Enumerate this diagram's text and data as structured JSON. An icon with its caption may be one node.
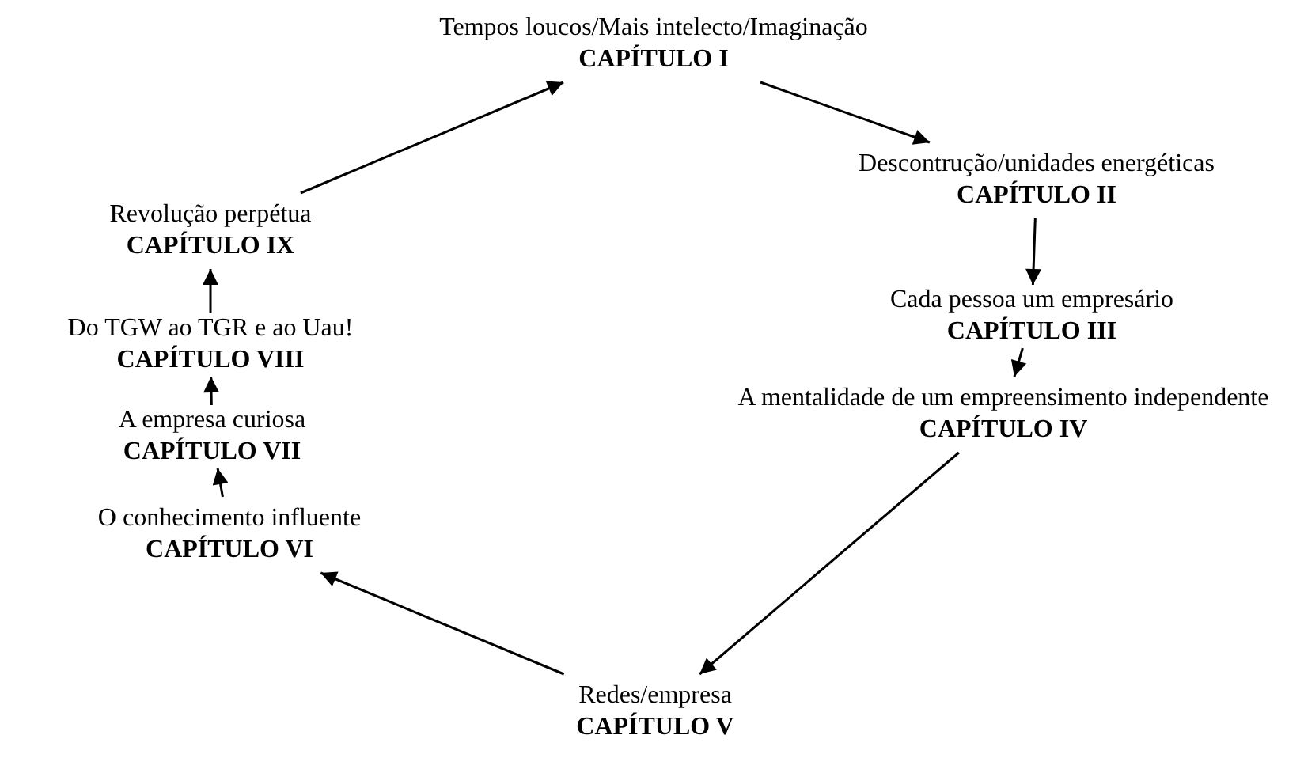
{
  "diagram": {
    "nodes": [
      {
        "text": [
          "Tempos loucos/Mais intelecto/Imaginação",
          "CAPÍTULO I"
        ]
      },
      {
        "text": [
          "Descontrução/unidades energéticas",
          "CAPÍTULO II"
        ]
      },
      {
        "text": [
          "Cada pessoa um empresário",
          "CAPÍTULO III"
        ]
      },
      {
        "text": [
          "A mentalidade de um empreensimento independente",
          "CAPÍTULO IV"
        ]
      },
      {
        "text": [
          "Redes/empresa",
          "CAPÍTULO V"
        ]
      },
      {
        "text": [
          "O conhecimento influente",
          "CAPÍTULO VI"
        ]
      },
      {
        "text": [
          "A empresa curiosa",
          "CAPÍTULO VII"
        ]
      },
      {
        "text": [
          "Do TGW ao TGR e ao Uau!",
          "CAPÍTULO VIII"
        ]
      },
      {
        "text": [
          "Revolução perpétua",
          "CAPÍTULO IX"
        ]
      }
    ],
    "edges": [
      {
        "from": 0,
        "to": 1,
        "arrow": "to"
      },
      {
        "from": 1,
        "to": 2,
        "arrow": "to"
      },
      {
        "from": 2,
        "to": 3,
        "arrow": "to"
      },
      {
        "from": 3,
        "to": 4,
        "arrow": "to"
      },
      {
        "from": 4,
        "to": 5,
        "arrow": "to"
      },
      {
        "from": 5,
        "to": 6,
        "arrow": "to"
      },
      {
        "from": 6,
        "to": 7,
        "arrow": "to"
      },
      {
        "from": 7,
        "to": 8,
        "arrow": "to"
      },
      {
        "from": 8,
        "to": 0,
        "arrow": "to"
      }
    ]
  }
}
